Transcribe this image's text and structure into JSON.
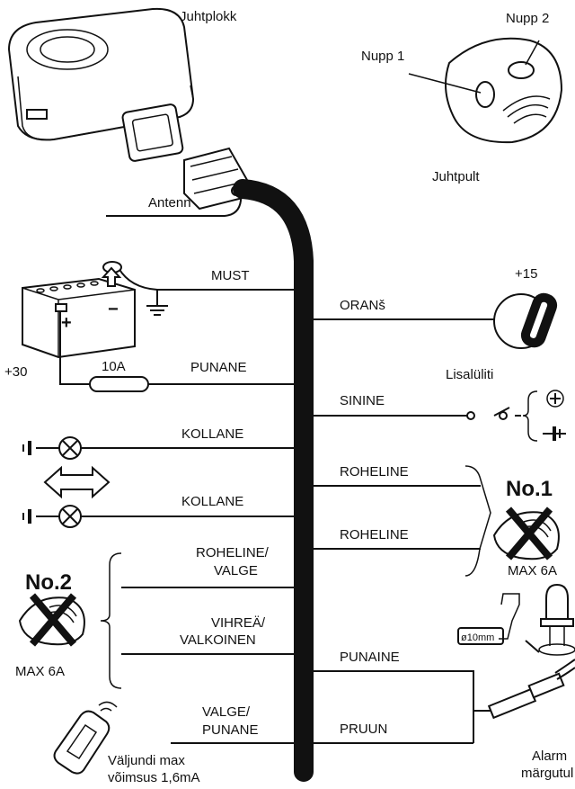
{
  "components": {
    "control_unit": "Juhtplokk",
    "button1": "Nupp 1",
    "button2": "Nupp 2",
    "remote": "Juhtpult",
    "antenna": "Antenn",
    "ignition": "+15",
    "aux_switch": "Lisalüliti",
    "battery": "+30",
    "fuse": "10A",
    "drill_size": "ø10mm",
    "alarm_led_line1": "Alarm",
    "alarm_led_line2": "märgutul",
    "output_note_line1": "Väljundi max",
    "output_note_line2": "võimsus 1,6mA"
  },
  "wires_left": {
    "must": "MUST",
    "punane": "PUNANE",
    "kollane1": "KOLLANE",
    "kollane2": "KOLLANE",
    "roheline_valge_1": "ROHELINE/",
    "roheline_valge_2": "VALGE",
    "vihrea_1": "VIHREÄ/",
    "vihrea_2": "VALKOINEN",
    "valge_punane_1": "VALGE/",
    "valge_punane_2": "PUNANE"
  },
  "wires_right": {
    "orans": "ORANš",
    "sinine": "SININE",
    "roheline1": "ROHELINE",
    "roheline2": "ROHELINE",
    "punaine": "PUNAINE",
    "pruun": "PRUUN"
  },
  "outputs": {
    "no1": "No.1",
    "no2": "No.2",
    "max1": "MAX 6A",
    "max2": "MAX 6A"
  },
  "symbols": {
    "plus": "+",
    "minus": "−"
  }
}
